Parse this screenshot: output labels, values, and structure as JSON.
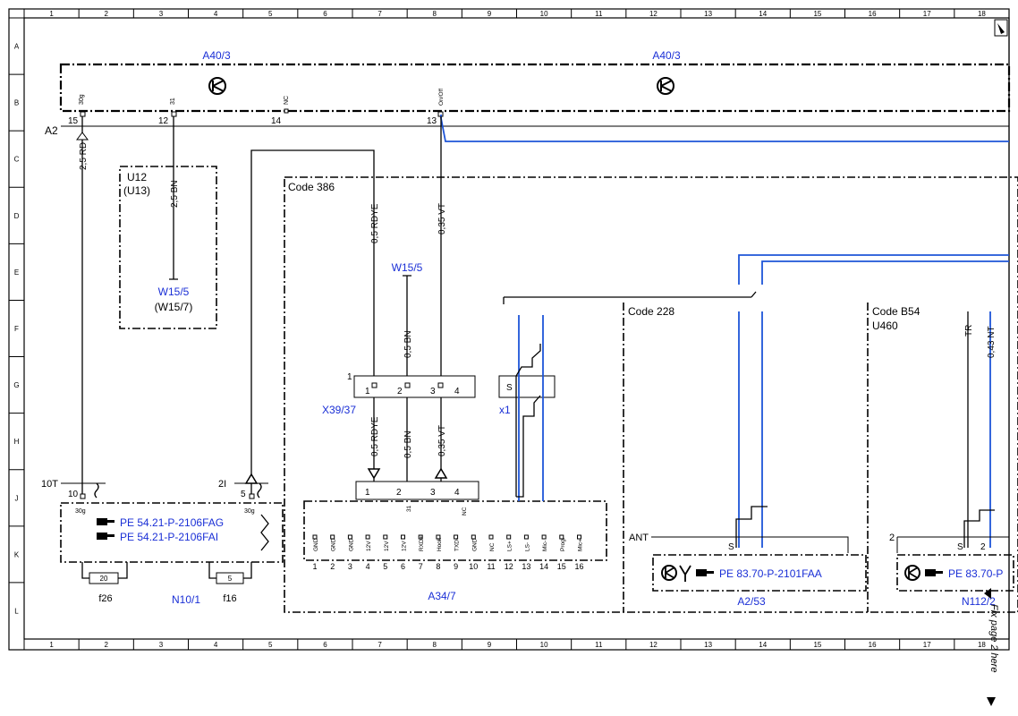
{
  "grid": {
    "columns": [
      "1",
      "2",
      "3",
      "4",
      "5",
      "6",
      "7",
      "8",
      "9",
      "10",
      "11",
      "12",
      "13",
      "14",
      "15",
      "16",
      "17",
      "18"
    ],
    "rows": [
      "A",
      "B",
      "C",
      "D",
      "E",
      "F",
      "G",
      "H",
      "J",
      "K",
      "L"
    ]
  },
  "modules": {
    "a40_left": "A40/3",
    "a40_right": "A40/3",
    "a2": "A2",
    "u12": "U12",
    "u13": "(U13)",
    "w15_5_u12": "W15/5",
    "w15_7": "(W15/7)",
    "code386": "Code 386",
    "w15_5_mid": "W15/5",
    "x39_37": "X39/37",
    "x1": "x1",
    "code228": "Code 228",
    "codeB54": "Code B54",
    "u460": "U460",
    "a34_7": "A34/7",
    "n10_1": "N10/1",
    "a2_53": "A2/53",
    "n112": "N112/2",
    "f26": "f26",
    "f16": "f16",
    "ten_t": "10T",
    "two_i": "2I",
    "ant": "ANT",
    "two_right": "2"
  },
  "top_pins": [
    {
      "num": "15",
      "name": "30g"
    },
    {
      "num": "12",
      "name": "31"
    },
    {
      "num": "14",
      "name": "NC"
    },
    {
      "num": "13",
      "name": "On/Off"
    }
  ],
  "wires": {
    "w1": "2,5 RD",
    "w2": "2,5 BN",
    "w3": "0,5 RDYE",
    "w4": "0,35 VT",
    "w5": "0,5 BN",
    "w6": "0,5 RDYE",
    "w7": "0,5 BN",
    "w8": "0,35 VT",
    "w9": "TR",
    "w10": "0,43 NT"
  },
  "x39_pins": [
    "1",
    "2",
    "3",
    "4"
  ],
  "x39_lead": "1",
  "x1_pin": "S",
  "a34_top_pins": [
    "1",
    "2",
    "3",
    "4"
  ],
  "a34_top_names": [
    "31",
    "NC"
  ],
  "a34_pin_names": [
    "GND",
    "GND",
    "GND",
    "12V",
    "12V",
    "12V",
    "RXD+",
    "Hook",
    "TXD-",
    "GND",
    "NC",
    "LS+",
    "LS-",
    "Mic-",
    "Prog.",
    "Mic+"
  ],
  "a34_pin_nums": [
    "1",
    "2",
    "3",
    "4",
    "5",
    "6",
    "7",
    "8",
    "9",
    "10",
    "11",
    "12",
    "13",
    "14",
    "15",
    "16"
  ],
  "n10_pins": [
    {
      "num": "10",
      "name": "30g"
    },
    {
      "num": "5",
      "name": "30g"
    }
  ],
  "n10_refs": [
    "PE 54.21-P-2106FAG",
    "PE 54.21-P-2106FAI"
  ],
  "fuses": [
    "20",
    "5"
  ],
  "a2_53_ref": "PE 83.70-P-2101FAA",
  "a2_53_pins": [
    "S"
  ],
  "n112_ref": "PE 83.70-P",
  "n112_pins": [
    "S",
    "2"
  ],
  "side_note": "Fix page 2 here",
  "colors": {
    "wire_blue": "#1e55d8",
    "label_blue": "#1a2fd6",
    "ink": "#000000"
  },
  "icons": [
    "transistor-icon",
    "antenna-icon",
    "pointing-hand-icon",
    "corner-page-icon",
    "arrow-down-icon"
  ]
}
